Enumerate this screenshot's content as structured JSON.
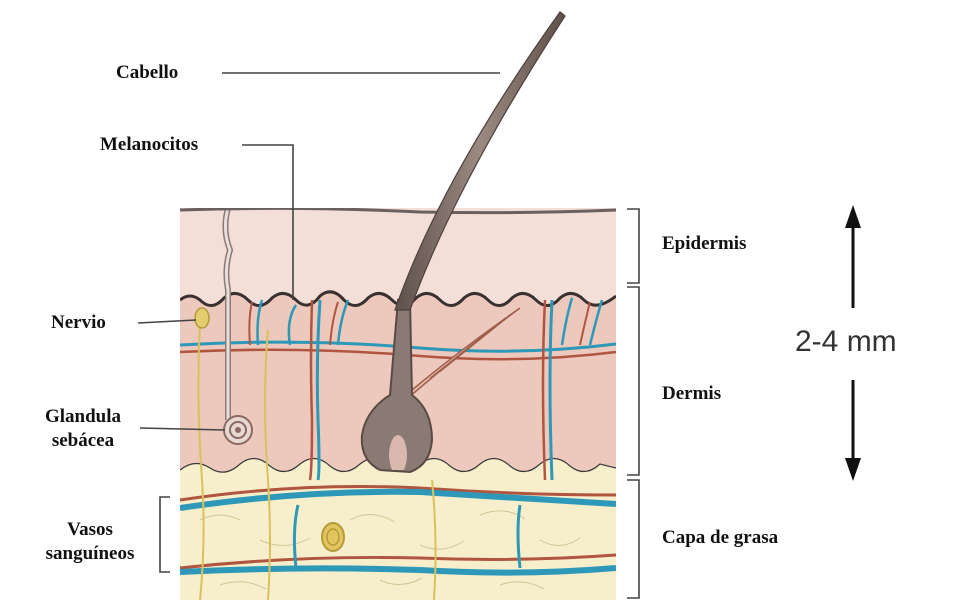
{
  "labels": {
    "cabello": "Cabello",
    "melanocitos": "Melanocitos",
    "nervio": "Nervio",
    "glandula_line1": "Glandula",
    "glandula_line2": "sebácea",
    "vasos_line1": "Vasos",
    "vasos_line2": "sanguíneos",
    "epidermis": "Epidermis",
    "dermis": "Dermis",
    "capa_grasa": "Capa de grasa"
  },
  "scale": {
    "text": "2-4 mm"
  },
  "colors": {
    "epidermis": "#f2dcd4",
    "dermis": "#ecc6bb",
    "fat": "#f7edc8",
    "vessel_blue": "#2d98b8",
    "vessel_red": "#b0553f",
    "nerve": "#d9c25a",
    "hair": "#7a6a63"
  }
}
